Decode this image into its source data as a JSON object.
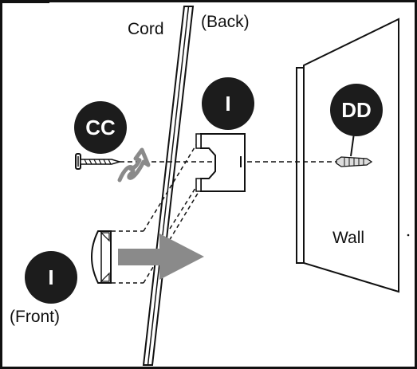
{
  "labels": {
    "cord": "Cord",
    "back": "(Back)",
    "front": "(Front)",
    "wall": "Wall"
  },
  "badges": {
    "clip_back": "I",
    "screw": "CC",
    "anchor": "DD",
    "clip_front": "I"
  },
  "colors": {
    "ink": "#111111",
    "badge_fill": "#1c1c1c",
    "arrow_fill": "#8a8a8a"
  }
}
